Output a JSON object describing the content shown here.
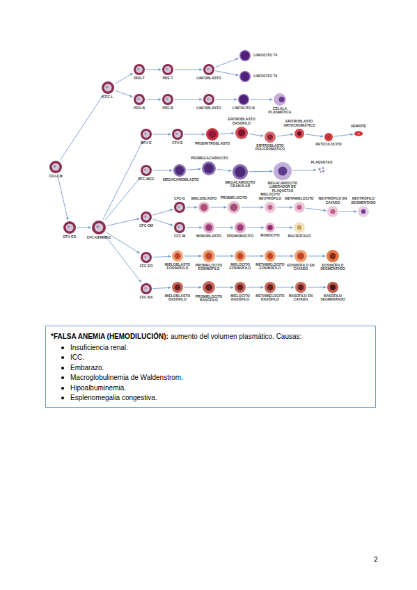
{
  "diagram": {
    "nodes": [
      {
        "text": [
          "CFU-LM"
        ]
      },
      {
        "text": [
          "CFC-L"
        ]
      },
      {
        "text": [
          "PRO-T"
        ]
      },
      {
        "text": [
          "PRE-T"
        ]
      },
      {
        "text": [
          "LINFOBLASTO"
        ]
      },
      {
        "text": [
          "LINFOCITO T4"
        ]
      },
      {
        "text": [
          "LINFOCITO T8"
        ]
      },
      {
        "text": [
          "PRO-B"
        ]
      },
      {
        "text": [
          "PRE-B"
        ]
      },
      {
        "text": [
          "LINFOBLASTO"
        ]
      },
      {
        "text": [
          "LINFOCITO B"
        ]
      },
      {
        "text": [
          "CÉLULA PLASMÁTICA"
        ]
      },
      {
        "text": [
          "CFU-EG"
        ]
      },
      {
        "text": [
          "CFC-GEMMEG"
        ]
      },
      {
        "text": [
          "BFU-E"
        ]
      },
      {
        "text": [
          "CFU-E"
        ]
      },
      {
        "text": [
          "PROERITROBLASTO"
        ]
      },
      {
        "text": [
          "ERITROBLASTO BASÓFILO"
        ]
      },
      {
        "text": [
          "ERITROBLASTO POLICROMÁTICO"
        ]
      },
      {
        "text": [
          "ERITROBLASTO ORTOCROMÁTICO"
        ]
      },
      {
        "text": [
          "RETICULOCITO"
        ]
      },
      {
        "text": [
          "HEMATÍE"
        ]
      },
      {
        "text": [
          "CFC-MEG"
        ]
      },
      {
        "text": [
          "MEGACARIOBLASTO"
        ]
      },
      {
        "text": [
          "PROMEGACARIOCITO"
        ]
      },
      {
        "text": [
          "MEGACARIOCITO GRANULAR"
        ]
      },
      {
        "text": [
          "MEGACARIOCITO LIBERADOR DE PLAQUETAS"
        ]
      },
      {
        "text": [
          "PLAQUETAS"
        ]
      },
      {
        "text": [
          "CFC-GM"
        ]
      },
      {
        "text": [
          "CFC-G"
        ]
      },
      {
        "text": [
          "MIELOBLASTO"
        ]
      },
      {
        "text": [
          "PROMIELOCITO"
        ]
      },
      {
        "text": [
          "MIELOCITO NEUTRÓFILO"
        ]
      },
      {
        "text": [
          "METAMIELOCITO"
        ]
      },
      {
        "text": [
          "NEUTRÓFILO EN CAYADO"
        ]
      },
      {
        "text": [
          "NEUTRÓFILO SEGMENTADO"
        ]
      },
      {
        "text": [
          "CFC-M"
        ]
      },
      {
        "text": [
          "MONOBLASTO"
        ]
      },
      {
        "text": [
          "PROMONOCITO"
        ]
      },
      {
        "text": [
          "MONOCITO"
        ]
      },
      {
        "text": [
          "MACRÓFAGO"
        ]
      },
      {
        "text": [
          "CFC-EO"
        ]
      },
      {
        "text": [
          "MIELOBLASTO EOSINÓFILO"
        ]
      },
      {
        "text": [
          "PROMIELOCITO EOSINÓFILO"
        ]
      },
      {
        "text": [
          "MIELOCITO EOSINÓFILO"
        ]
      },
      {
        "text": [
          "METAMIELOCITO EOSINÓFILO"
        ]
      },
      {
        "text": [
          "EOSINÓFILO EN CAYADO"
        ]
      },
      {
        "text": [
          "EOSINÓFILO SEGMENTADO"
        ]
      },
      {
        "text": [
          "CFC-BA"
        ]
      },
      {
        "text": [
          "MIELOBLASTO BASÓFILO"
        ]
      },
      {
        "text": [
          "PROMIELOCITO BASÓFILO"
        ]
      },
      {
        "text": [
          "MIELOCITO BASÓFILO"
        ]
      },
      {
        "text": [
          "METAMIELOCITO BASÓFILO"
        ]
      },
      {
        "text": [
          "BASÓFILO EN CAYADO"
        ]
      },
      {
        "text": [
          "BASÓFILO SEGMENTADO"
        ]
      },
      {
        "text": [
          "*FALSA ANEMIA (HEMODILUCIÓN):",
          "aumento del volumen plasmático. Causas:",
          "Insuficiencia renal.",
          "ICC.",
          "Embarazo.",
          "Macroglobulinemia de Waldenstrom.",
          "Hipoalbuminemia.",
          "Esplenomegalia congestiva."
        ]
      }
    ],
    "edges": [
      {
        "from": 0,
        "to": 1,
        "arrow": "to"
      },
      {
        "from": 0,
        "to": 12,
        "arrow": "to"
      },
      {
        "from": 1,
        "to": 2,
        "arrow": "to"
      },
      {
        "from": 1,
        "to": 7,
        "arrow": "to"
      },
      {
        "from": 2,
        "to": 3,
        "arrow": "to"
      },
      {
        "from": 3,
        "to": 4,
        "arrow": "to"
      },
      {
        "from": 4,
        "to": 5,
        "arrow": "to"
      },
      {
        "from": 4,
        "to": 6,
        "arrow": "to"
      },
      {
        "from": 7,
        "to": 8,
        "arrow": "to"
      },
      {
        "from": 8,
        "to": 9,
        "arrow": "to"
      },
      {
        "from": 9,
        "to": 10,
        "arrow": "to"
      },
      {
        "from": 10,
        "to": 11,
        "arrow": "to"
      },
      {
        "from": 12,
        "to": 13,
        "arrow": "to"
      },
      {
        "from": 13,
        "to": 14,
        "arrow": "to"
      },
      {
        "from": 13,
        "to": 22,
        "arrow": "to"
      },
      {
        "from": 13,
        "to": 28,
        "arrow": "to"
      },
      {
        "from": 13,
        "to": 41,
        "arrow": "to"
      },
      {
        "from": 13,
        "to": 48,
        "arrow": "to"
      },
      {
        "from": 14,
        "to": 15,
        "arrow": "to"
      },
      {
        "from": 15,
        "to": 16,
        "arrow": "to"
      },
      {
        "from": 16,
        "to": 17,
        "arrow": "to"
      },
      {
        "from": 17,
        "to": 18,
        "arrow": "to"
      },
      {
        "from": 18,
        "to": 19,
        "arrow": "to"
      },
      {
        "from": 19,
        "to": 20,
        "arrow": "to"
      },
      {
        "from": 20,
        "to": 21,
        "arrow": "to"
      },
      {
        "from": 22,
        "to": 23,
        "arrow": "to"
      },
      {
        "from": 23,
        "to": 24,
        "arrow": "to"
      },
      {
        "from": 24,
        "to": 25,
        "arrow": "to"
      },
      {
        "from": 25,
        "to": 26,
        "arrow": "to"
      },
      {
        "from": 26,
        "to": 27,
        "arrow": "to"
      },
      {
        "from": 28,
        "to": 29,
        "arrow": "to"
      },
      {
        "from": 28,
        "to": 36,
        "arrow": "to"
      },
      {
        "from": 29,
        "to": 30,
        "arrow": "to"
      },
      {
        "from": 30,
        "to": 31,
        "arrow": "to"
      },
      {
        "from": 31,
        "to": 32,
        "arrow": "to"
      },
      {
        "from": 32,
        "to": 33,
        "arrow": "to"
      },
      {
        "from": 33,
        "to": 34,
        "arrow": "to"
      },
      {
        "from": 34,
        "to": 35,
        "arrow": "to"
      },
      {
        "from": 36,
        "to": 37,
        "arrow": "to"
      },
      {
        "from": 37,
        "to": 38,
        "arrow": "to"
      },
      {
        "from": 38,
        "to": 39,
        "arrow": "to"
      },
      {
        "from": 39,
        "to": 40,
        "arrow": "to"
      },
      {
        "from": 41,
        "to": 42,
        "arrow": "to"
      },
      {
        "from": 42,
        "to": 43,
        "arrow": "to"
      },
      {
        "from": 43,
        "to": 44,
        "arrow": "to"
      },
      {
        "from": 44,
        "to": 45,
        "arrow": "to"
      },
      {
        "from": 45,
        "to": 46,
        "arrow": "to"
      },
      {
        "from": 46,
        "to": 47,
        "arrow": "to"
      },
      {
        "from": 48,
        "to": 49,
        "arrow": "to"
      },
      {
        "from": 49,
        "to": 50,
        "arrow": "to"
      },
      {
        "from": 50,
        "to": 51,
        "arrow": "to"
      },
      {
        "from": 51,
        "to": 52,
        "arrow": "to"
      },
      {
        "from": 52,
        "to": 53,
        "arrow": "to"
      },
      {
        "from": 53,
        "to": 54,
        "arrow": "to"
      }
    ],
    "labels": [
      "2"
    ]
  }
}
